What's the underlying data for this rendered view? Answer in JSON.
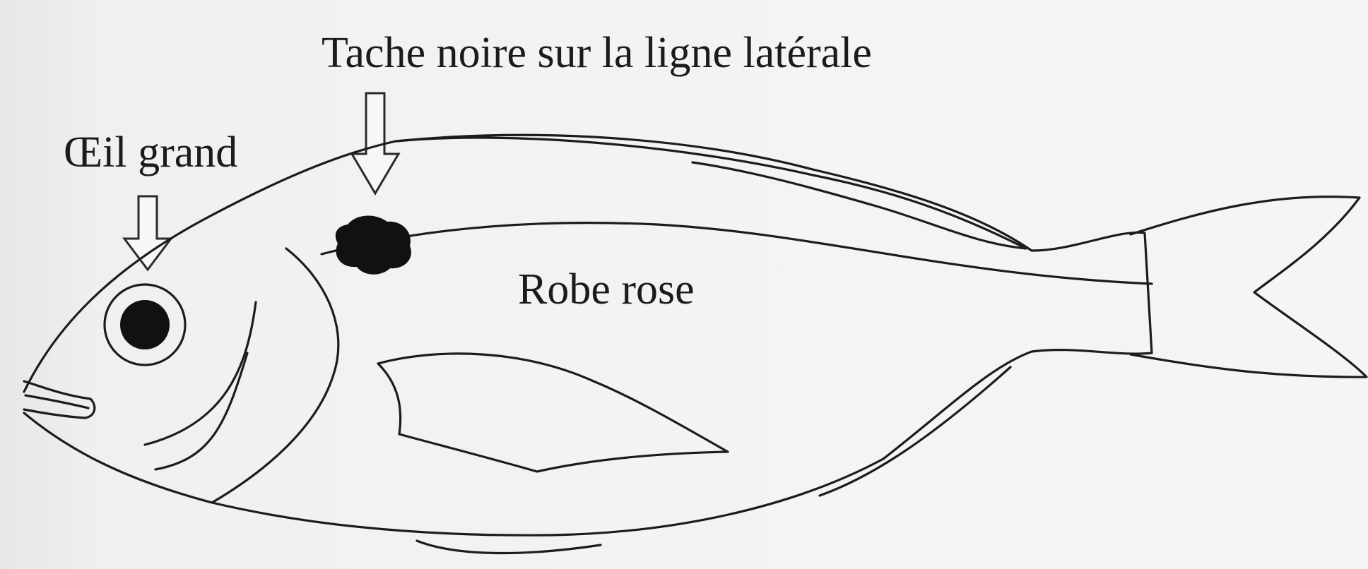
{
  "labels": {
    "spot": "Tache noire sur la ligne latérale",
    "eye": "Œil grand",
    "body": "Robe rose"
  },
  "colors": {
    "background": "#f3f3f1",
    "ink": "#1c1c1c"
  }
}
